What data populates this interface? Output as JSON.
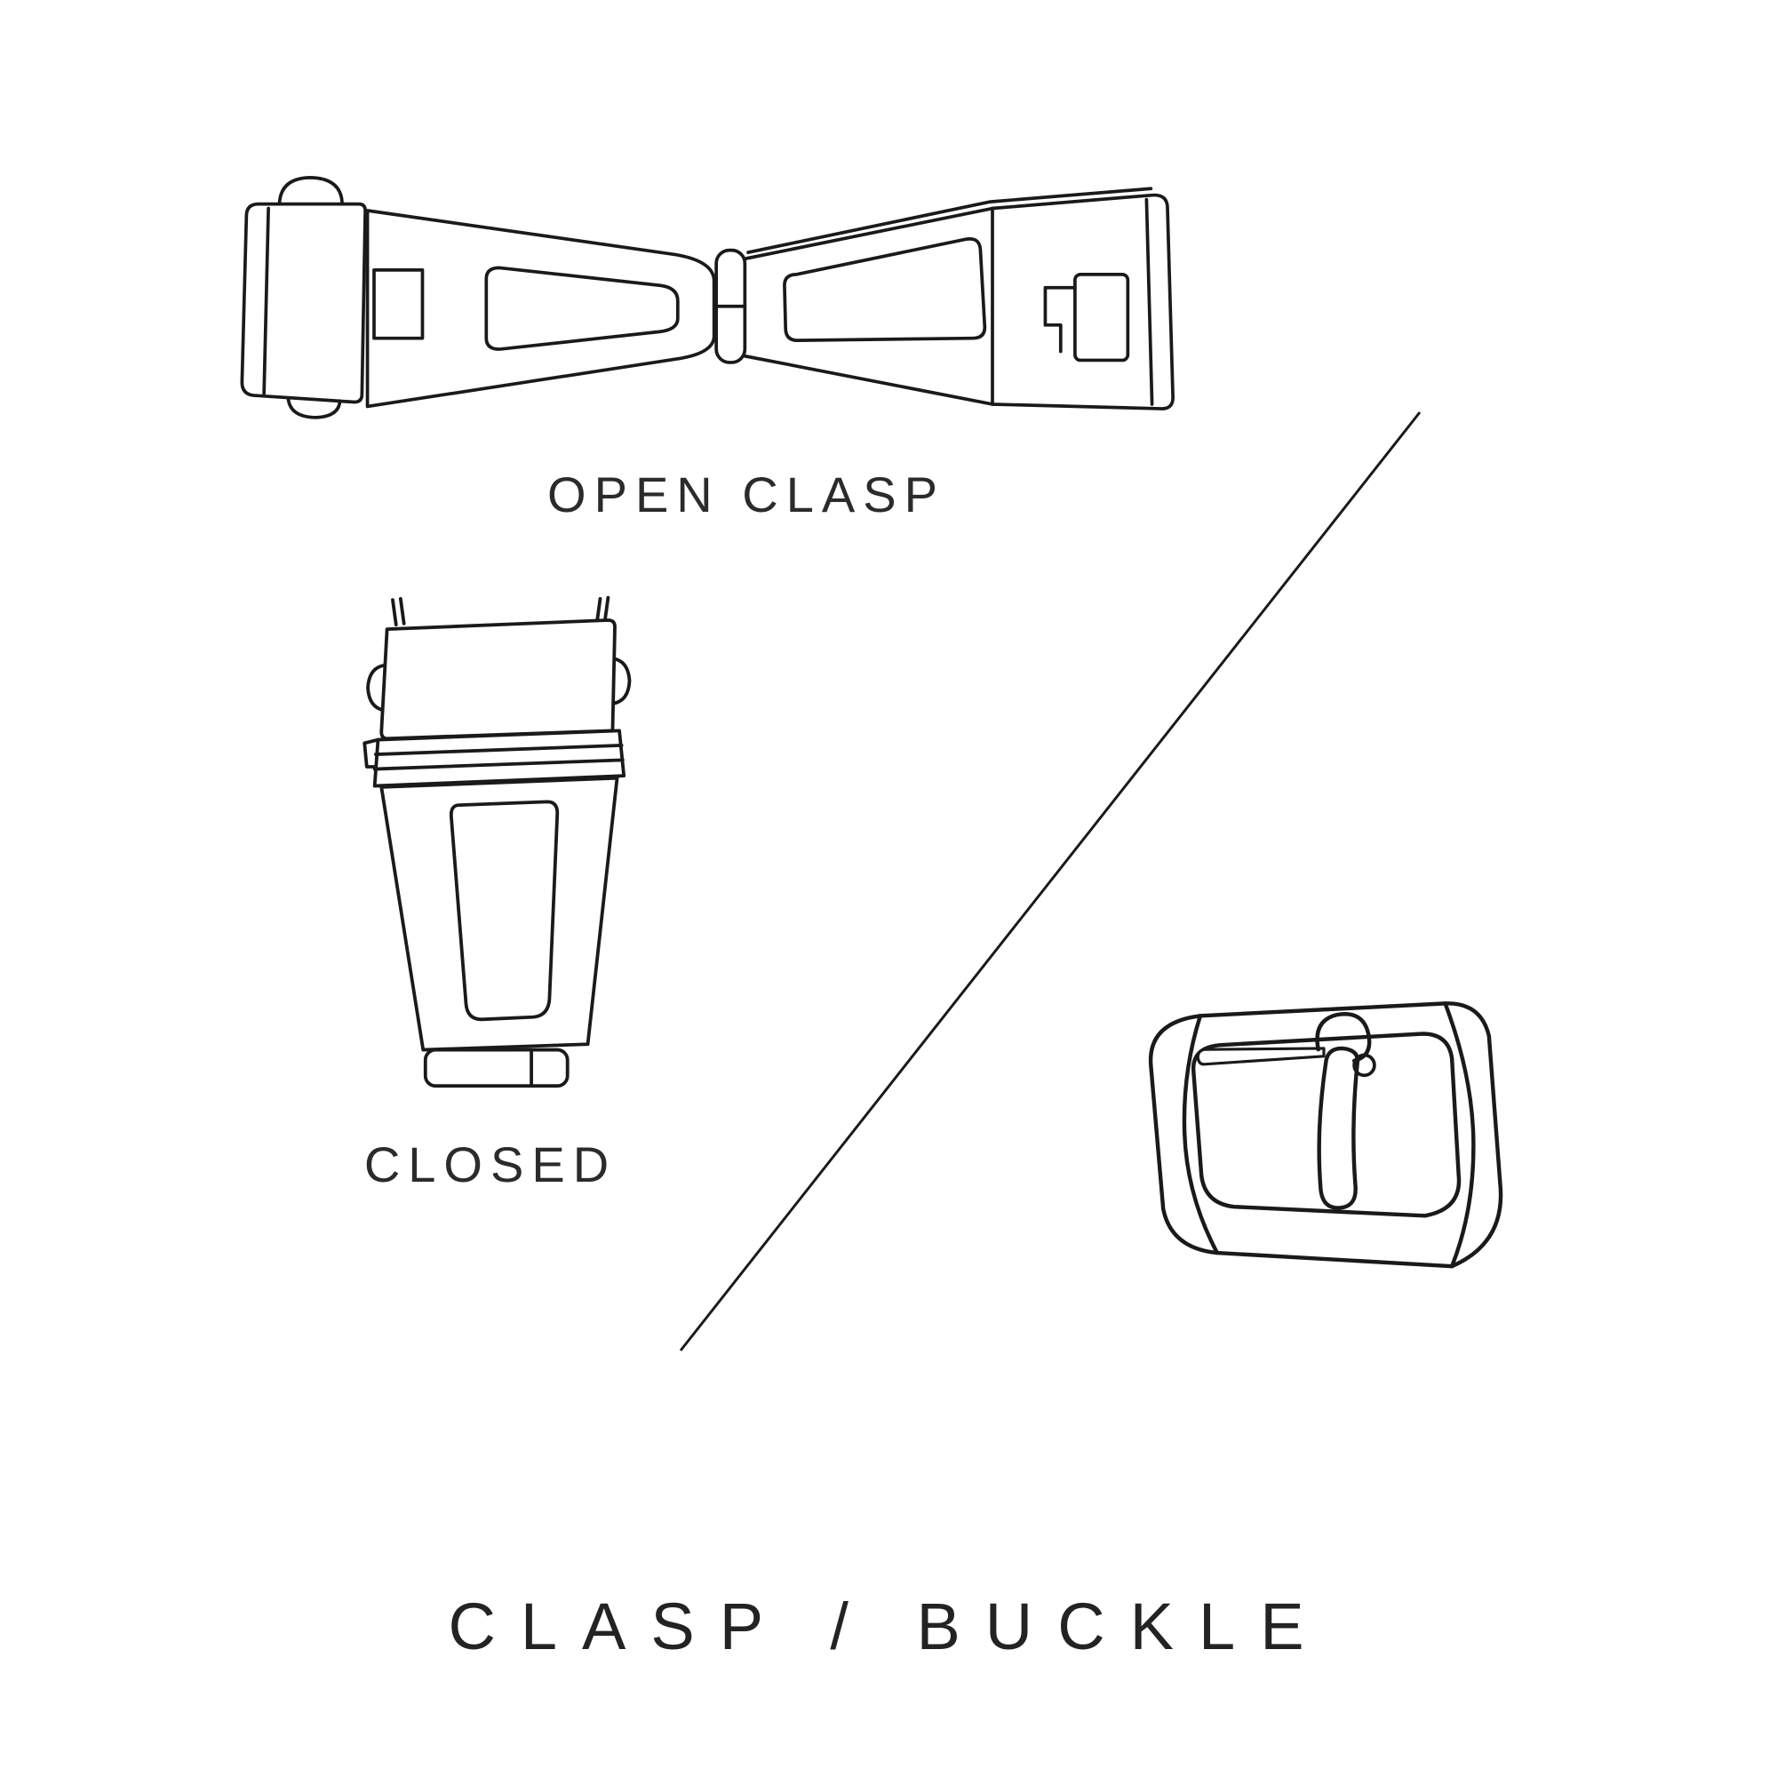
{
  "canvas": {
    "background": "#ffffff",
    "line_color": "#1a1a1a",
    "text_color": "#2b2b2b"
  },
  "labels": {
    "open_clasp": "OPEN CLASP",
    "closed_clasp": "CLOSED"
  },
  "title": "CLASP / BUCKLE",
  "illustrations": {
    "open_clasp": "open-clasp-line-drawing",
    "closed_clasp": "closed-clasp-line-drawing",
    "buckle": "tang-buckle-line-drawing",
    "divider": "diagonal-divider-line"
  }
}
